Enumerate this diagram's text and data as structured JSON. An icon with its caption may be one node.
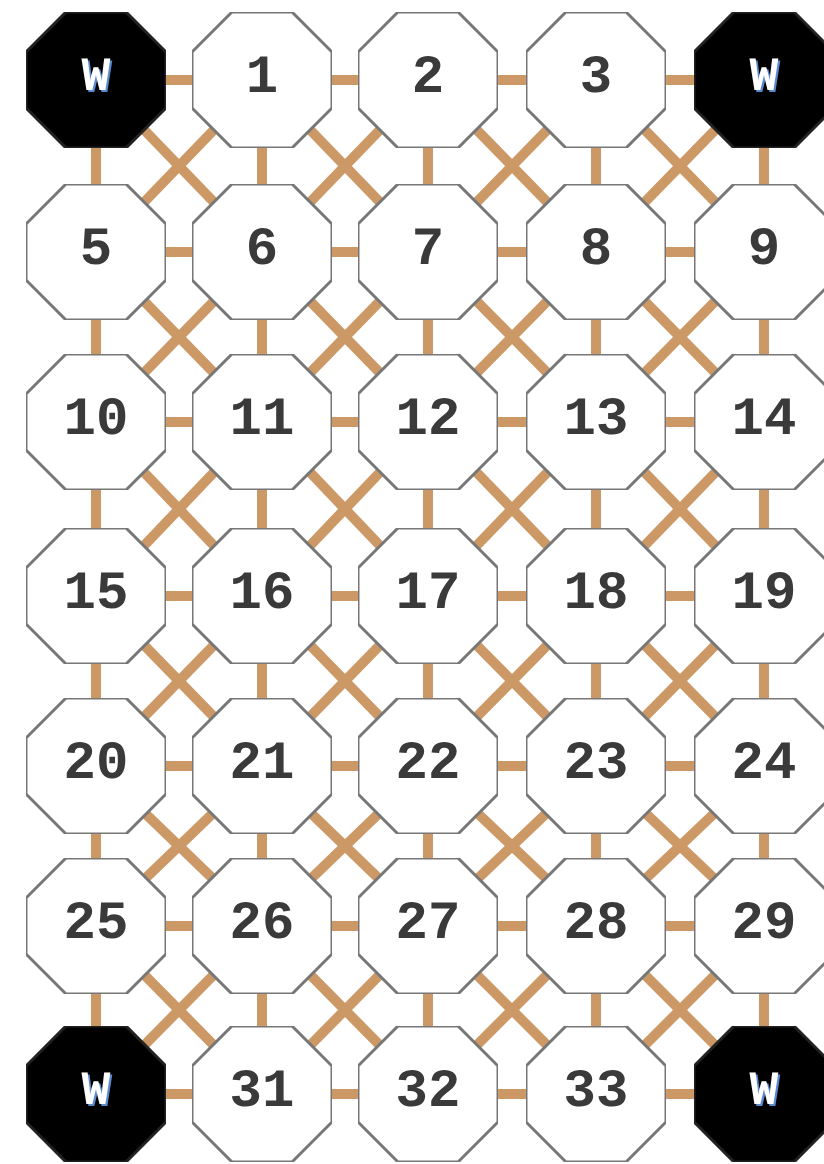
{
  "diagram": {
    "nodes": [
      {
        "text": [
          "W"
        ]
      },
      {
        "text": [
          "1"
        ]
      },
      {
        "text": [
          "2"
        ]
      },
      {
        "text": [
          "3"
        ]
      },
      {
        "text": [
          "W"
        ]
      },
      {
        "text": [
          "5"
        ]
      },
      {
        "text": [
          "6"
        ]
      },
      {
        "text": [
          "7"
        ]
      },
      {
        "text": [
          "8"
        ]
      },
      {
        "text": [
          "9"
        ]
      },
      {
        "text": [
          "10"
        ]
      },
      {
        "text": [
          "11"
        ]
      },
      {
        "text": [
          "12"
        ]
      },
      {
        "text": [
          "13"
        ]
      },
      {
        "text": [
          "14"
        ]
      },
      {
        "text": [
          "15"
        ]
      },
      {
        "text": [
          "16"
        ]
      },
      {
        "text": [
          "17"
        ]
      },
      {
        "text": [
          "18"
        ]
      },
      {
        "text": [
          "19"
        ]
      },
      {
        "text": [
          "20"
        ]
      },
      {
        "text": [
          "21"
        ]
      },
      {
        "text": [
          "22"
        ]
      },
      {
        "text": [
          "23"
        ]
      },
      {
        "text": [
          "24"
        ]
      },
      {
        "text": [
          "25"
        ]
      },
      {
        "text": [
          "26"
        ]
      },
      {
        "text": [
          "27"
        ]
      },
      {
        "text": [
          "28"
        ]
      },
      {
        "text": [
          "29"
        ]
      },
      {
        "text": [
          "W"
        ]
      },
      {
        "text": [
          "31"
        ]
      },
      {
        "text": [
          "32"
        ]
      },
      {
        "text": [
          "33"
        ]
      },
      {
        "text": [
          "W"
        ]
      }
    ],
    "edges": [
      {
        "from": 0,
        "to": 1,
        "arrow": "none"
      },
      {
        "from": 1,
        "to": 2,
        "arrow": "none"
      },
      {
        "from": 2,
        "to": 3,
        "arrow": "none"
      },
      {
        "from": 3,
        "to": 4,
        "arrow": "none"
      },
      {
        "from": 5,
        "to": 6,
        "arrow": "none"
      },
      {
        "from": 6,
        "to": 7,
        "arrow": "none"
      },
      {
        "from": 7,
        "to": 8,
        "arrow": "none"
      },
      {
        "from": 8,
        "to": 9,
        "arrow": "none"
      },
      {
        "from": 10,
        "to": 11,
        "arrow": "none"
      },
      {
        "from": 11,
        "to": 12,
        "arrow": "none"
      },
      {
        "from": 12,
        "to": 13,
        "arrow": "none"
      },
      {
        "from": 13,
        "to": 14,
        "arrow": "none"
      },
      {
        "from": 15,
        "to": 16,
        "arrow": "none"
      },
      {
        "from": 16,
        "to": 17,
        "arrow": "none"
      },
      {
        "from": 17,
        "to": 18,
        "arrow": "none"
      },
      {
        "from": 18,
        "to": 19,
        "arrow": "none"
      },
      {
        "from": 20,
        "to": 21,
        "arrow": "none"
      },
      {
        "from": 21,
        "to": 22,
        "arrow": "none"
      },
      {
        "from": 22,
        "to": 23,
        "arrow": "none"
      },
      {
        "from": 23,
        "to": 24,
        "arrow": "none"
      },
      {
        "from": 25,
        "to": 26,
        "arrow": "none"
      },
      {
        "from": 26,
        "to": 27,
        "arrow": "none"
      },
      {
        "from": 27,
        "to": 28,
        "arrow": "none"
      },
      {
        "from": 28,
        "to": 29,
        "arrow": "none"
      },
      {
        "from": 30,
        "to": 31,
        "arrow": "none"
      },
      {
        "from": 31,
        "to": 32,
        "arrow": "none"
      },
      {
        "from": 32,
        "to": 33,
        "arrow": "none"
      },
      {
        "from": 33,
        "to": 34,
        "arrow": "none"
      },
      {
        "from": 0,
        "to": 5,
        "arrow": "none"
      },
      {
        "from": 1,
        "to": 6,
        "arrow": "none"
      },
      {
        "from": 2,
        "to": 7,
        "arrow": "none"
      },
      {
        "from": 3,
        "to": 8,
        "arrow": "none"
      },
      {
        "from": 4,
        "to": 9,
        "arrow": "none"
      },
      {
        "from": 5,
        "to": 10,
        "arrow": "none"
      },
      {
        "from": 6,
        "to": 11,
        "arrow": "none"
      },
      {
        "from": 7,
        "to": 12,
        "arrow": "none"
      },
      {
        "from": 8,
        "to": 13,
        "arrow": "none"
      },
      {
        "from": 9,
        "to": 14,
        "arrow": "none"
      },
      {
        "from": 10,
        "to": 15,
        "arrow": "none"
      },
      {
        "from": 11,
        "to": 16,
        "arrow": "none"
      },
      {
        "from": 12,
        "to": 17,
        "arrow": "none"
      },
      {
        "from": 13,
        "to": 18,
        "arrow": "none"
      },
      {
        "from": 14,
        "to": 19,
        "arrow": "none"
      },
      {
        "from": 15,
        "to": 20,
        "arrow": "none"
      },
      {
        "from": 16,
        "to": 21,
        "arrow": "none"
      },
      {
        "from": 17,
        "to": 22,
        "arrow": "none"
      },
      {
        "from": 18,
        "to": 23,
        "arrow": "none"
      },
      {
        "from": 19,
        "to": 24,
        "arrow": "none"
      },
      {
        "from": 20,
        "to": 25,
        "arrow": "none"
      },
      {
        "from": 21,
        "to": 26,
        "arrow": "none"
      },
      {
        "from": 22,
        "to": 27,
        "arrow": "none"
      },
      {
        "from": 23,
        "to": 28,
        "arrow": "none"
      },
      {
        "from": 24,
        "to": 29,
        "arrow": "none"
      },
      {
        "from": 25,
        "to": 30,
        "arrow": "none"
      },
      {
        "from": 26,
        "to": 31,
        "arrow": "none"
      },
      {
        "from": 27,
        "to": 32,
        "arrow": "none"
      },
      {
        "from": 28,
        "to": 33,
        "arrow": "none"
      },
      {
        "from": 29,
        "to": 34,
        "arrow": "none"
      },
      {
        "from": 0,
        "to": 6,
        "arrow": "none"
      },
      {
        "from": 1,
        "to": 5,
        "arrow": "none"
      },
      {
        "from": 1,
        "to": 7,
        "arrow": "none"
      },
      {
        "from": 2,
        "to": 6,
        "arrow": "none"
      },
      {
        "from": 2,
        "to": 8,
        "arrow": "none"
      },
      {
        "from": 3,
        "to": 7,
        "arrow": "none"
      },
      {
        "from": 3,
        "to": 9,
        "arrow": "none"
      },
      {
        "from": 4,
        "to": 8,
        "arrow": "none"
      },
      {
        "from": 5,
        "to": 11,
        "arrow": "none"
      },
      {
        "from": 6,
        "to": 10,
        "arrow": "none"
      },
      {
        "from": 6,
        "to": 12,
        "arrow": "none"
      },
      {
        "from": 7,
        "to": 11,
        "arrow": "none"
      },
      {
        "from": 7,
        "to": 13,
        "arrow": "none"
      },
      {
        "from": 8,
        "to": 12,
        "arrow": "none"
      },
      {
        "from": 8,
        "to": 14,
        "arrow": "none"
      },
      {
        "from": 9,
        "to": 13,
        "arrow": "none"
      },
      {
        "from": 10,
        "to": 16,
        "arrow": "none"
      },
      {
        "from": 11,
        "to": 15,
        "arrow": "none"
      },
      {
        "from": 11,
        "to": 17,
        "arrow": "none"
      },
      {
        "from": 12,
        "to": 16,
        "arrow": "none"
      },
      {
        "from": 12,
        "to": 18,
        "arrow": "none"
      },
      {
        "from": 13,
        "to": 17,
        "arrow": "none"
      },
      {
        "from": 13,
        "to": 19,
        "arrow": "none"
      },
      {
        "from": 14,
        "to": 18,
        "arrow": "none"
      },
      {
        "from": 15,
        "to": 21,
        "arrow": "none"
      },
      {
        "from": 16,
        "to": 20,
        "arrow": "none"
      },
      {
        "from": 16,
        "to": 22,
        "arrow": "none"
      },
      {
        "from": 17,
        "to": 21,
        "arrow": "none"
      },
      {
        "from": 17,
        "to": 23,
        "arrow": "none"
      },
      {
        "from": 18,
        "to": 22,
        "arrow": "none"
      },
      {
        "from": 18,
        "to": 24,
        "arrow": "none"
      },
      {
        "from": 19,
        "to": 23,
        "arrow": "none"
      },
      {
        "from": 20,
        "to": 26,
        "arrow": "none"
      },
      {
        "from": 21,
        "to": 25,
        "arrow": "none"
      },
      {
        "from": 21,
        "to": 27,
        "arrow": "none"
      },
      {
        "from": 22,
        "to": 26,
        "arrow": "none"
      },
      {
        "from": 22,
        "to": 28,
        "arrow": "none"
      },
      {
        "from": 23,
        "to": 27,
        "arrow": "none"
      },
      {
        "from": 23,
        "to": 29,
        "arrow": "none"
      },
      {
        "from": 24,
        "to": 28,
        "arrow": "none"
      },
      {
        "from": 25,
        "to": 31,
        "arrow": "none"
      },
      {
        "from": 26,
        "to": 30,
        "arrow": "none"
      },
      {
        "from": 26,
        "to": 32,
        "arrow": "none"
      },
      {
        "from": 27,
        "to": 31,
        "arrow": "none"
      },
      {
        "from": 27,
        "to": 33,
        "arrow": "none"
      },
      {
        "from": 28,
        "to": 32,
        "arrow": "none"
      },
      {
        "from": 28,
        "to": 34,
        "arrow": "none"
      },
      {
        "from": 29,
        "to": 33,
        "arrow": "none"
      }
    ]
  }
}
